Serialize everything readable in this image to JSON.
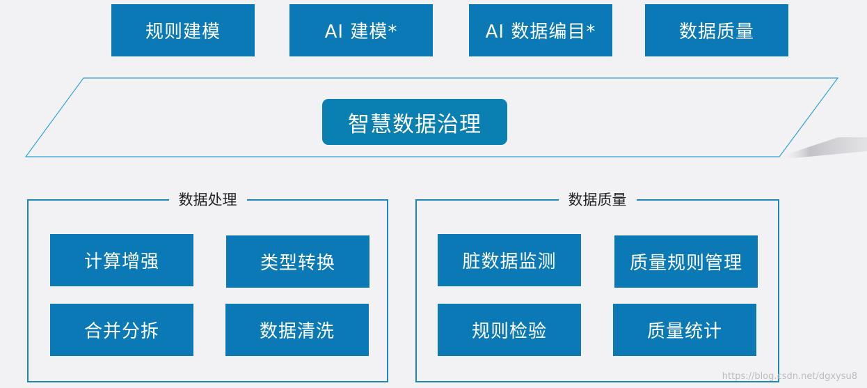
{
  "top_modules": [
    {
      "label": "规则建模"
    },
    {
      "label": "AI 建模*"
    },
    {
      "label": "AI 数据编目*"
    },
    {
      "label": "数据质量"
    }
  ],
  "center": {
    "label": "智慧数据治理"
  },
  "groups": [
    {
      "title": "数据处理",
      "items": [
        {
          "label": "计算增强"
        },
        {
          "label": "类型转换"
        },
        {
          "label": "合并分拆"
        },
        {
          "label": "数据清洗"
        }
      ]
    },
    {
      "title": "数据质量",
      "items": [
        {
          "label": "脏数据监测"
        },
        {
          "label": "质量规则管理"
        },
        {
          "label": "规则检验"
        },
        {
          "label": "质量统计"
        }
      ]
    }
  ],
  "watermark": "https://blog.csdn.net/dgxysu8",
  "colors": {
    "box_fill": "#0a79b5",
    "banner_stroke": "#2ea3d8",
    "background": "#f2f2f4"
  }
}
